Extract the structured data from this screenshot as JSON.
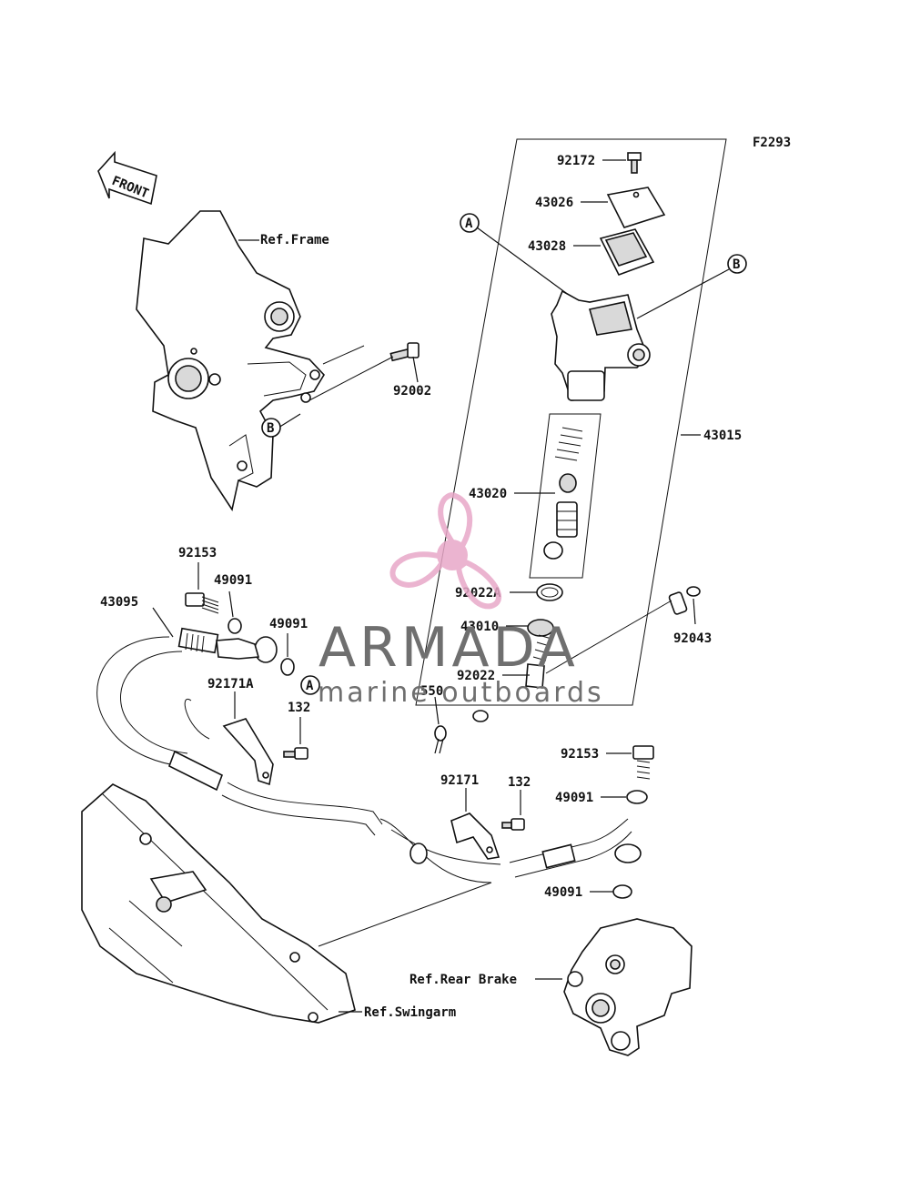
{
  "figure_code": "F2293",
  "front_arrow_label": "FRONT",
  "watermark": {
    "brand": "ARMADA",
    "tagline": "marine outboards",
    "colors": {
      "logo": "#e8a8c8",
      "text": "#6f6f6f"
    }
  },
  "callouts": {
    "A_top": "A",
    "B_top": "B",
    "B_frame": "B",
    "A_hose": "A"
  },
  "labels": {
    "ref_frame": "Ref.Frame",
    "ref_rear_brake": "Ref.Rear Brake",
    "ref_swingarm": "Ref.Swingarm",
    "p92172": "92172",
    "p43026": "43026",
    "p43028": "43028",
    "p92002": "92002",
    "p43015": "43015",
    "p43020": "43020",
    "p92022A": "92022A",
    "p43010": "43010",
    "p92022": "92022",
    "p92043": "92043",
    "p550": "550",
    "p92153_top": "92153",
    "p49091_a": "49091",
    "p49091_b": "49091",
    "p43095": "43095",
    "p92171A": "92171A",
    "p132_a": "132",
    "p92153_b": "92153",
    "p49091_c": "49091",
    "p92171": "92171",
    "p132_b": "132",
    "p49091_d": "49091"
  }
}
